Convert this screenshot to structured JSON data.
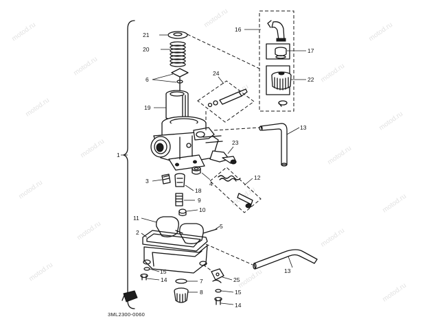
{
  "diagram": {
    "drawing_code": "3ML2300-0060",
    "callouts": {
      "p1": "1",
      "p2": "2",
      "p3": "3",
      "p4": "4",
      "p5": "5",
      "p6": "6",
      "p7": "7",
      "p8": "8",
      "p9": "9",
      "p10": "10",
      "p11": "11",
      "p12": "12",
      "p13a": "13",
      "p13b": "13",
      "p14a": "14",
      "p14b": "14",
      "p15a": "15",
      "p15b": "15",
      "p16": "16",
      "p17": "17",
      "p18": "18",
      "p19": "19",
      "p20": "20",
      "p21": "21",
      "p22": "22",
      "p23": "23",
      "p24": "24",
      "p25": "25"
    }
  },
  "watermark": {
    "text": "motod.ru"
  },
  "colors": {
    "ink": "#141414",
    "paper": "#ffffff",
    "watermark": "#c9c9c9"
  }
}
